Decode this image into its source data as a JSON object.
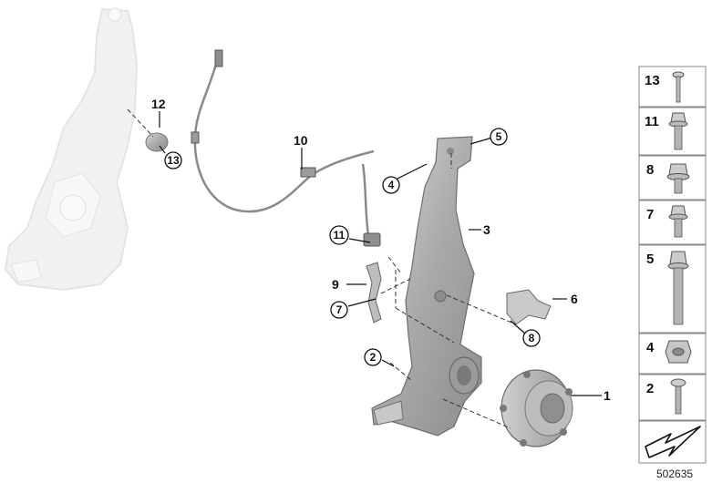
{
  "callouts": {
    "c1": "1",
    "c2": "2",
    "c3": "3",
    "c4": "4",
    "c5": "5",
    "c6": "6",
    "c7": "7",
    "c8": "8",
    "c9": "9",
    "c10": "10",
    "c11": "11",
    "c12": "12",
    "c13": "13"
  },
  "legend": [
    {
      "number": "13",
      "icon": "long-bolt-icon"
    },
    {
      "number": "11",
      "icon": "flange-bolt-icon"
    },
    {
      "number": "8",
      "icon": "hex-flange-bolt-icon"
    },
    {
      "number": "7",
      "icon": "short-bolt-icon"
    },
    {
      "number": "5",
      "icon": "long-hex-bolt-icon"
    },
    {
      "number": "4",
      "icon": "hex-nut-icon"
    },
    {
      "number": "2",
      "icon": "torx-screw-icon"
    }
  ],
  "drawing_number": "502635",
  "colors": {
    "part_fill": "#b5b5b5",
    "ghost_fill": "#ededed",
    "legend_border": "#8a8a8a"
  }
}
